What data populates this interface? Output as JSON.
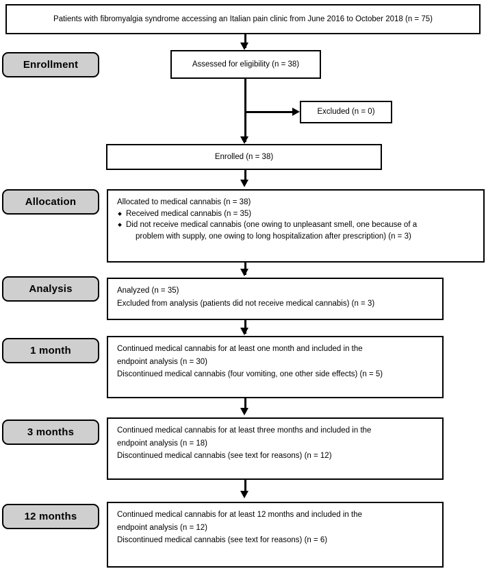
{
  "diagram": {
    "title": "CONSORT-style participant flow diagram",
    "type": "flowchart",
    "colors": {
      "stage_label_fill": "#cfcfcf",
      "box_fill": "#ffffff",
      "stroke": "#000000"
    }
  },
  "stage_labels": [
    {
      "id": "enrollment",
      "text": "Enrollment"
    },
    {
      "id": "allocation",
      "text": "Allocation"
    },
    {
      "id": "analysis",
      "text": "Analysis"
    },
    {
      "id": "one_month",
      "text": "1 month"
    },
    {
      "id": "three_months",
      "text": "3 months"
    },
    {
      "id": "twelve_months",
      "text": "12 months"
    }
  ],
  "nodes": {
    "source": {
      "text": "Patients with fibromyalgia syndrome accessing an Italian pain clinic from June 2016 to October 2018 (n = 75)"
    },
    "assessed": {
      "text": "Assessed for eligibility (n = 38)"
    },
    "excluded": {
      "text": "Excluded (n = 0)"
    },
    "enrolled": {
      "text": "Enrolled (n = 38)"
    },
    "allocation": {
      "line1": "Allocated to medical cannabis (n = 38)",
      "bullet1": "Received medical cannabis (n = 35)",
      "bullet2": "Did not receive medical cannabis (one owing to unpleasant smell, one because of a",
      "bullet2_cont": "problem with supply, one owing to long hospitalization after prescription) (n = 3)"
    },
    "analysis": {
      "line1": "Analyzed (n = 35)",
      "line2": "Excluded from analysis (patients did not receive medical cannabis) (n = 3)"
    },
    "one_month": {
      "line1": "Continued medical cannabis for at least one month and included in the",
      "line1_cont": "endpoint analysis (n = 30)",
      "line2": "Discontinued medical cannabis (four vomiting, one other side effects) (n = 5)"
    },
    "three_months": {
      "line1": "Continued medical cannabis for at least three months and included in the",
      "line1_cont": "endpoint analysis (n = 18)",
      "line2": "Discontinued medical cannabis (see text for reasons) (n = 12)"
    },
    "twelve_months": {
      "line1": "Continued medical cannabis for at least 12 months and included in the",
      "line1_cont": "endpoint analysis (n = 12)",
      "line2": "Discontinued medical cannabis (see text for reasons) (n = 6)"
    }
  }
}
